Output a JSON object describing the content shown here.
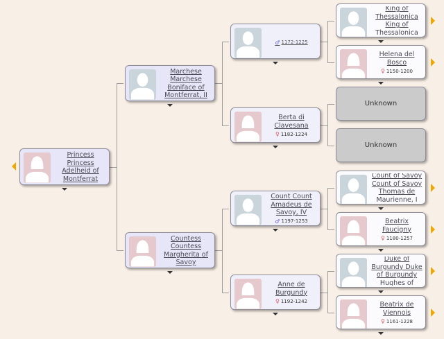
{
  "tree": {
    "root": {
      "name": "Princess Princess Adelheid of Montferrat",
      "sex": "f"
    },
    "father": {
      "name": "Marchese Marchese Boniface of Montferrat, II",
      "sex": "m"
    },
    "mother": {
      "name": "Countess Countess Margherita of Savoy",
      "sex": "f"
    },
    "ff": {
      "name": "",
      "sex": "m",
      "dates": "1172-1225"
    },
    "fm": {
      "name": "Berta di Clavesana",
      "sex": "f",
      "dates": "1182-1224"
    },
    "mf": {
      "name": "Count Count Amadeus de Savoy, IV",
      "sex": "m",
      "dates": "1197-1253"
    },
    "mm": {
      "name": "Anne de Burgundy",
      "sex": "f",
      "dates": "1192-1242"
    },
    "fff": {
      "name": "King of Thessalonica King of Thessalonica",
      "sex": "m"
    },
    "ffm": {
      "name": "Helena del Bosco",
      "sex": "f",
      "dates": "1150-1200"
    },
    "fmf": {
      "name": "Unknown"
    },
    "fmm": {
      "name": "Unknown"
    },
    "mff": {
      "name": "Count of Savoy Count of Savoy Thomas de Maurienne, I",
      "sex": "m"
    },
    "mfm": {
      "name": "Beatrix Faucigny",
      "sex": "f",
      "dates": "1180-1257"
    },
    "mmf": {
      "name": "Duke of Burgundy Duke of Burgundy Hughes of",
      "sex": "m"
    },
    "mmm": {
      "name": "Beatrix de Viennois",
      "sex": "f",
      "dates": "1161-1228"
    }
  },
  "symbols": {
    "m": "♂",
    "f": "♀"
  },
  "colors": {
    "background": "#f8efe6",
    "arrow": "#f0a800",
    "unknown": "#cbcbcb"
  }
}
